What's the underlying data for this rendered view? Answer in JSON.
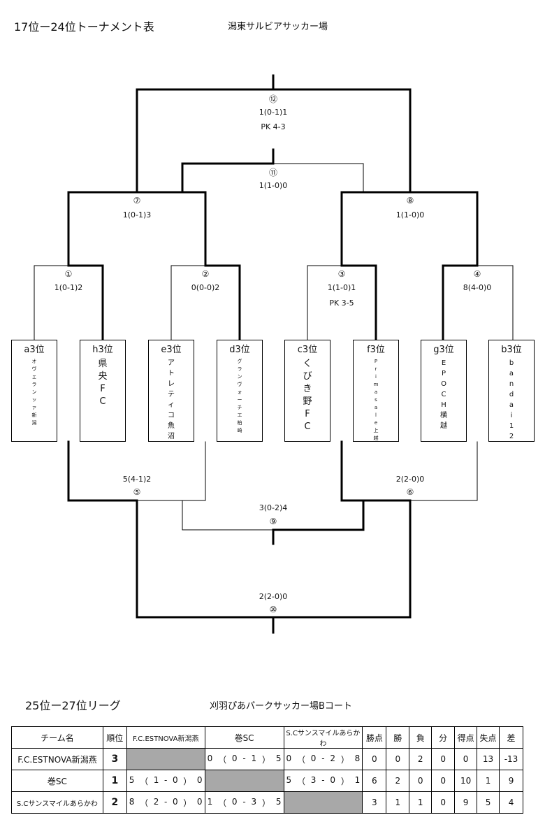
{
  "tournament": {
    "title": "17位ー24位トーナメント表",
    "venue": "潟東サルビアサッカー場",
    "teams": [
      {
        "seed": "a3位",
        "name": [
          "オ",
          "ヴ",
          "ェ",
          "ラ",
          "ン",
          "ッ",
          "ァ",
          "新",
          "潟"
        ],
        "style": "small"
      },
      {
        "seed": "h3位",
        "name": [
          "県",
          "央",
          "F",
          "C"
        ],
        "style": "big"
      },
      {
        "seed": "e3位",
        "name": [
          "ア",
          "ト",
          "レ",
          "テ",
          "ィ",
          "コ",
          "魚",
          "沼"
        ],
        "style": "mid"
      },
      {
        "seed": "d3位",
        "name": [
          "グ",
          "ラ",
          "ン",
          "ヴ",
          "ォ",
          "ー",
          "チ",
          "エ",
          "柏",
          "崎"
        ],
        "style": "small"
      },
      {
        "seed": "c3位",
        "name": [
          "く",
          "び",
          "き",
          "野",
          "F",
          "C"
        ],
        "style": "big"
      },
      {
        "seed": "f3位",
        "name": [
          "P",
          "r",
          "i",
          "m",
          "a",
          "s",
          "a",
          "l",
          "e",
          "上",
          "越"
        ],
        "style": "small"
      },
      {
        "seed": "g3位",
        "name": [
          "E",
          "P",
          "O",
          "C",
          "H",
          "横",
          "越"
        ],
        "style": "mid"
      },
      {
        "seed": "b3位",
        "name": [
          "b",
          "a",
          "n",
          "d",
          "a",
          "i",
          "1",
          "2"
        ],
        "style": "mid"
      }
    ],
    "matches": {
      "m1": {
        "no": "①",
        "score": "1(0-1)2",
        "pk": ""
      },
      "m2": {
        "no": "②",
        "score": "0(0-0)2",
        "pk": ""
      },
      "m3": {
        "no": "③",
        "score": "1(1-0)1",
        "pk": "PK 3-5"
      },
      "m4": {
        "no": "④",
        "score": "8(4-0)0",
        "pk": ""
      },
      "m5": {
        "no": "⑤",
        "score": "5(4-1)2",
        "pk": ""
      },
      "m6": {
        "no": "⑥",
        "score": "2(2-0)0",
        "pk": ""
      },
      "m7": {
        "no": "⑦",
        "score": "1(0-1)3",
        "pk": ""
      },
      "m8": {
        "no": "⑧",
        "score": "1(1-0)0",
        "pk": ""
      },
      "m9": {
        "no": "⑨",
        "score": "3(0-2)4",
        "pk": ""
      },
      "m10": {
        "no": "⑩",
        "score": "2(2-0)0",
        "pk": ""
      },
      "m11": {
        "no": "⑪",
        "score": "1(1-0)0",
        "pk": ""
      },
      "m12": {
        "no": "⑫",
        "score": "1(0-1)1",
        "pk": "PK 4-3"
      }
    }
  },
  "league": {
    "title": "25位ー27位リーグ",
    "venue": "刈羽ぴあパークサッカー場Bコート",
    "headers": [
      "チーム名",
      "順位",
      "F.C.ESTNOVA新潟燕",
      "巻SC",
      "S.Cサンスマイルあらかわ",
      "勝点",
      "勝",
      "負",
      "分",
      "得点",
      "失点",
      "差"
    ],
    "rows": [
      {
        "team": "F.C.ESTNOVA新潟燕",
        "rank": "3",
        "results": [
          null,
          [
            "0",
            "（",
            "0",
            "-",
            "1",
            "）",
            "5"
          ],
          [
            "0",
            "（",
            "0",
            "-",
            "2",
            "）",
            "8"
          ]
        ],
        "stats": [
          "0",
          "0",
          "2",
          "0",
          "0",
          "13",
          "-13"
        ]
      },
      {
        "team": "巻SC",
        "rank": "1",
        "results": [
          [
            "5",
            "（",
            "1",
            "-",
            "0",
            "）",
            "0"
          ],
          null,
          [
            "5",
            "（",
            "3",
            "-",
            "0",
            "）",
            "1"
          ]
        ],
        "stats": [
          "6",
          "2",
          "0",
          "0",
          "10",
          "1",
          "9"
        ]
      },
      {
        "team": "S.Cサンスマイルあらかわ",
        "rank": "2",
        "results": [
          [
            "8",
            "（",
            "2",
            "-",
            "0",
            "）",
            "0"
          ],
          [
            "1",
            "（",
            "0",
            "-",
            "3",
            "）",
            "5"
          ],
          null
        ],
        "stats": [
          "3",
          "1",
          "1",
          "0",
          "9",
          "5",
          "4"
        ]
      }
    ]
  }
}
